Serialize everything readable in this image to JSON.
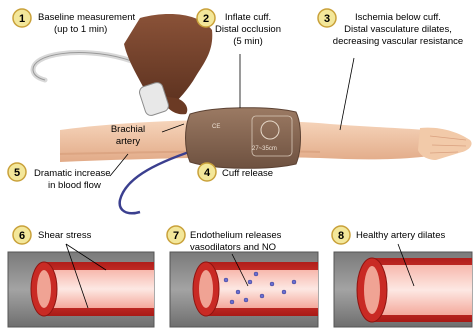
{
  "steps": [
    {
      "number": "1",
      "lines": [
        "Baseline measurement",
        "(up to 1 min)"
      ]
    },
    {
      "number": "2",
      "lines": [
        "Inflate cuff.",
        "Distal occlusion",
        "(5 min)"
      ]
    },
    {
      "number": "3",
      "lines": [
        "Ischemia below cuff.",
        "Distal vasculature dilates,",
        "decreasing vascular resistance"
      ]
    },
    {
      "number": "4",
      "lines": [
        "Cuff release"
      ]
    },
    {
      "number": "5",
      "lines": [
        "Dramatic increase",
        "in blood flow"
      ]
    },
    {
      "number": "6",
      "lines": [
        "Shear stress"
      ]
    },
    {
      "number": "7",
      "lines": [
        "Endothelium releases",
        "vasodilators and NO"
      ]
    },
    {
      "number": "8",
      "lines": [
        "Healthy artery dilates"
      ]
    }
  ],
  "labels": {
    "brachial_artery": [
      "Brachial",
      "artery"
    ],
    "cuff_size": "27~35cm",
    "cuff_mark": "CE"
  },
  "colors": {
    "badge_fill": "#f3e79a",
    "badge_stroke": "#c9a13a",
    "skin": "#f0c6a6",
    "cuff": "#8a6a55",
    "artery_red": "#d6322c",
    "panel_bg": "#8c8c8c"
  }
}
